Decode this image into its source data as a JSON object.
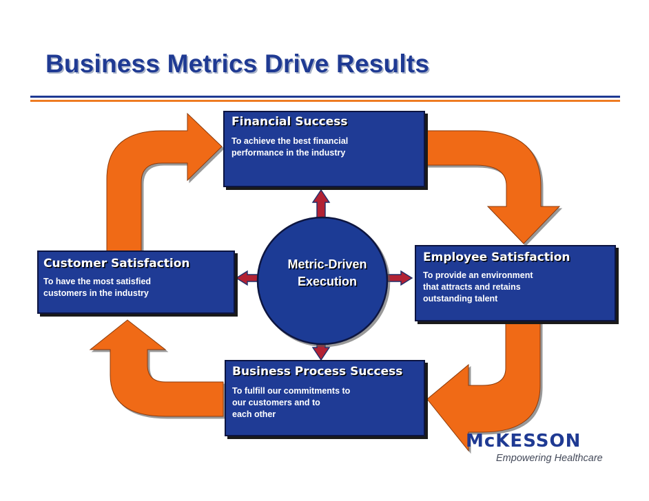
{
  "title": "Business Metrics Drive Results",
  "center": {
    "label": "Metric-Driven\nExecution"
  },
  "boxes": {
    "financial": {
      "heading": "Financial Success",
      "description": "To achieve the best financial\nperformance in the industry"
    },
    "customer": {
      "heading": "Customer Satisfaction",
      "description": "To have the most satisfied\ncustomers in the industry"
    },
    "employee": {
      "heading": "Employee Satisfaction",
      "description": "To provide an environment\nthat attracts and retains\noutstanding talent"
    },
    "business_process": {
      "heading": "Business Process Success",
      "description": "To fulfill our commitments to\nour customers and to\neach other"
    }
  },
  "logo": {
    "wordmark": "McKESSON",
    "tagline": "Empowering Healthcare"
  },
  "colors": {
    "title": "#1f3a93",
    "box_fill": "#1f3b95",
    "cycle_arrow": "#f06a12",
    "rule_blue": "#1f3a93",
    "rule_orange": "#ee7b22"
  },
  "icons": [
    "cycle-arrow-icon",
    "double-headed-arrow-icon"
  ]
}
